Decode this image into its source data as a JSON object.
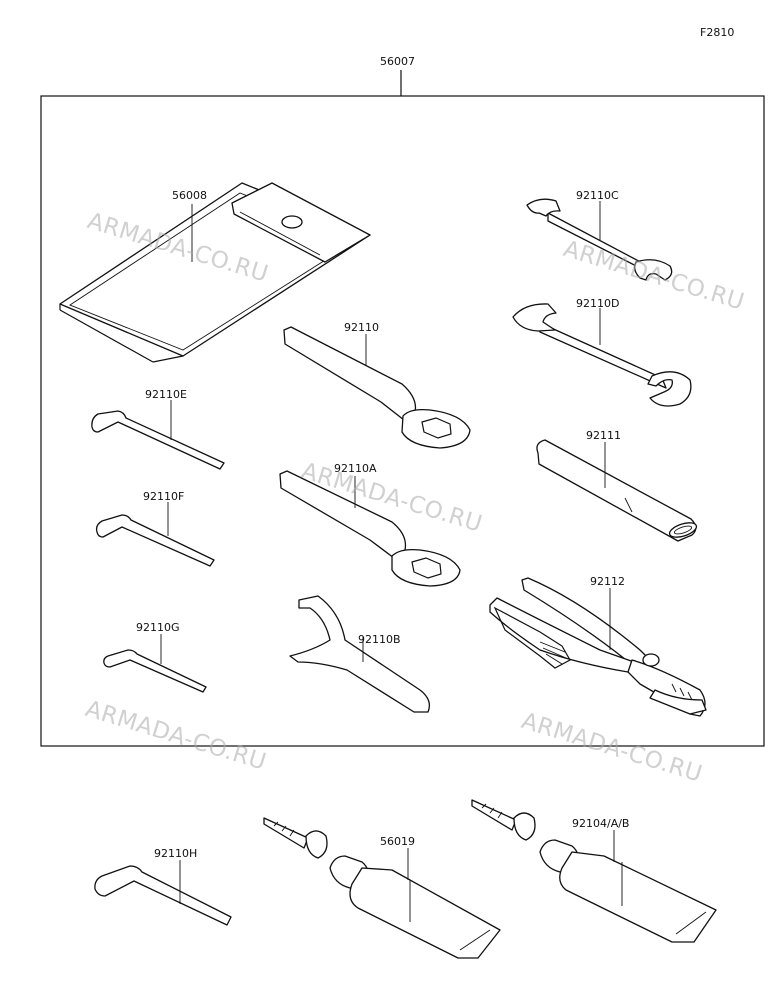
{
  "figure_code": "F2810",
  "watermark": "ARMADA-CO.RU",
  "parts": {
    "kit": "56007",
    "tool_bag": "56008",
    "wrench_c": "92110C",
    "wrench_d": "92110D",
    "box_wrench": "92110",
    "box_wrench_a": "92110A",
    "hex_e": "92110E",
    "hex_f": "92110F",
    "hex_g": "92110G",
    "hex_h": "92110H",
    "extension_bar": "92111",
    "pliers": "92112",
    "hook_wrench": "92110B",
    "grease_1": "56019",
    "grease_2": "92104/A/B"
  }
}
